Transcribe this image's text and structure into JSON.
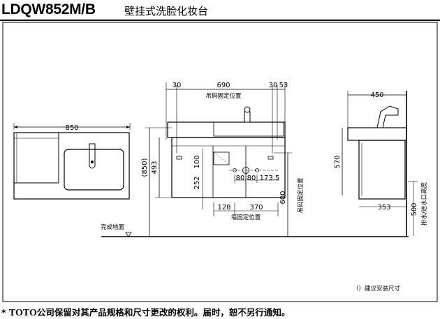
{
  "header": {
    "model": "LDQW852M/B",
    "product_name": "壁挂式洗脸化妆台"
  },
  "plan_view": {
    "width": "850"
  },
  "front_view": {
    "top_offset_left": "30",
    "top_span": "690",
    "top_offset_right_a": "30",
    "top_offset_right_b": "53",
    "hanger_position_label": "吊码固定位置",
    "height_install": "(850)",
    "height_493": "493",
    "dim_100": "100",
    "dim_252": "252",
    "dim_80a": "80",
    "dim_80b": "80",
    "dim_173_5": "173.5",
    "dim_600": "600",
    "hanger_position_vertical": "吊码固定位置",
    "dim_128": "128",
    "dim_370": "370",
    "wall_position_label": "墙固定位置",
    "floor_label": "完成地面"
  },
  "side_view": {
    "depth_450": "450",
    "height_570": "570",
    "depth_353": "353",
    "height_500": "500",
    "drain_label": "排水/进水口高度"
  },
  "notes": {
    "install_note": "（）建议安装尺寸"
  },
  "footer": {
    "mark": "*",
    "brand": "TOTO",
    "disclaimer": "公司保留对其产品规格和尺寸更改的权利。届时，恕不另行通知。"
  }
}
